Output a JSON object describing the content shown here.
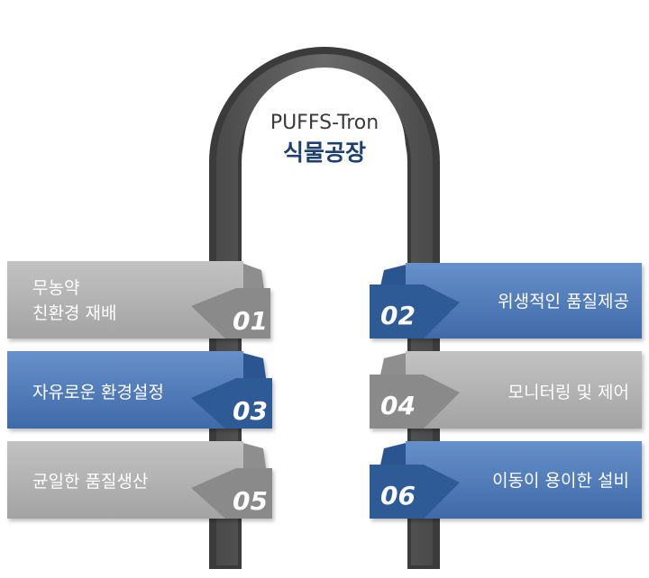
{
  "center": {
    "title": "PUFFS-Tron",
    "subtitle": "식물공장"
  },
  "items": [
    {
      "num": "01",
      "lines": [
        "무농약",
        "친환경 재배"
      ],
      "side": "left",
      "color": "gray"
    },
    {
      "num": "02",
      "lines": [
        "위생적인 품질제공"
      ],
      "side": "right",
      "color": "blue"
    },
    {
      "num": "03",
      "lines": [
        "자유로운 환경설정"
      ],
      "side": "left",
      "color": "blue"
    },
    {
      "num": "04",
      "lines": [
        "모니터링 및 제어"
      ],
      "side": "right",
      "color": "gray"
    },
    {
      "num": "05",
      "lines": [
        "균일한 품질생산"
      ],
      "side": "left",
      "color": "gray"
    },
    {
      "num": "06",
      "lines": [
        "이동이 용이한 설비"
      ],
      "side": "right",
      "color": "blue"
    }
  ],
  "colors": {
    "gray_light": "#b3b3b3",
    "gray_dark": "#8a8a8a",
    "blue_light": "#5b87c2",
    "blue_dark": "#2f5a96",
    "loop_face": "#5f5f5f",
    "loop_side": "#3d3d3d",
    "title_blue": "#1f3f6e"
  }
}
